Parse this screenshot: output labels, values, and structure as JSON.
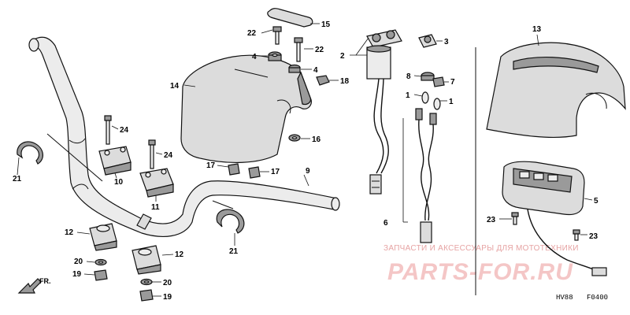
{
  "callouts": {
    "c1": "1",
    "c1b": "1",
    "c2": "2",
    "c3": "3",
    "c4a": "4",
    "c4b": "4",
    "c5": "5",
    "c6": "6",
    "c7": "7",
    "c8": "8",
    "c9": "9",
    "c10": "10",
    "c11": "11",
    "c12a": "12",
    "c12b": "12",
    "c13": "13",
    "c14": "14",
    "c15": "15",
    "c16": "16",
    "c17a": "17",
    "c17b": "17",
    "c18": "18",
    "c19a": "19",
    "c19b": "19",
    "c20a": "20",
    "c20b": "20",
    "c21a": "21",
    "c21b": "21",
    "c22a": "22",
    "c22b": "22",
    "c23a": "23",
    "c23b": "23",
    "c24a": "24",
    "c24b": "24"
  },
  "direction": {
    "label": "FR."
  },
  "codes": {
    "model": "HV88",
    "figure": "F0400"
  },
  "watermark": {
    "line1": "ЗАПЧАСТИ И АКСЕССУАРЫ ДЛЯ МОТОТЕХНИКИ",
    "brand": "PARTS-FOR.RU"
  }
}
